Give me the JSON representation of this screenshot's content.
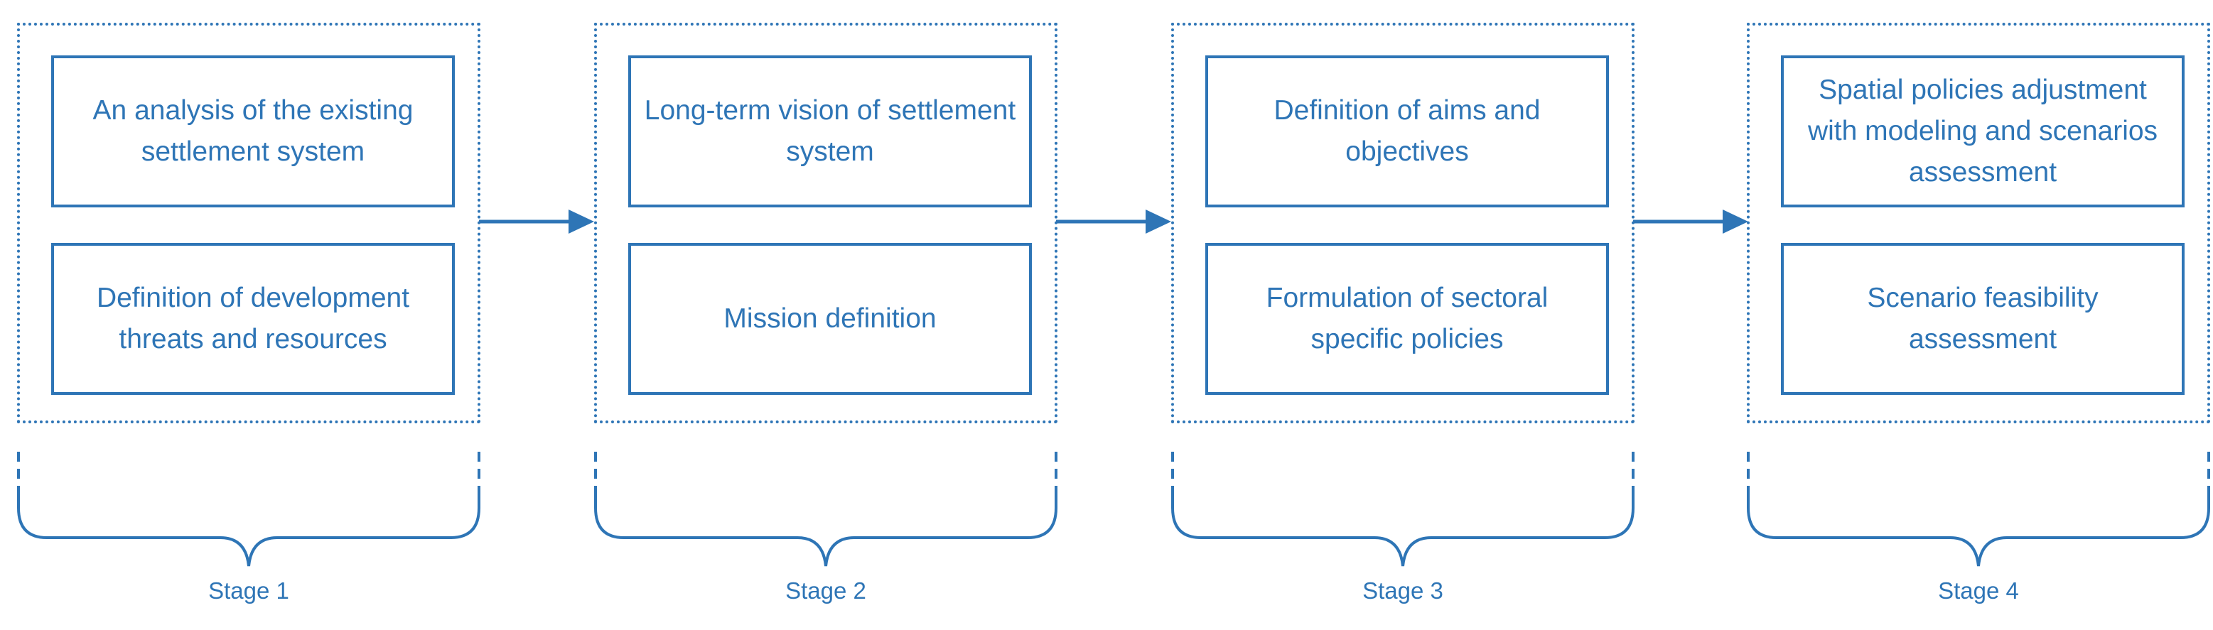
{
  "accent_color": "#2E75B6",
  "stages": [
    {
      "label": "Stage 1",
      "top_box": "An analysis of the existing settlement system",
      "bottom_box": "Definition of development threats and resources"
    },
    {
      "label": "Stage 2",
      "top_box": "Long-term vision of settlement system",
      "bottom_box": "Mission definition"
    },
    {
      "label": "Stage 3",
      "top_box": "Definition of aims and objectives",
      "bottom_box": "Formulation of sectoral specific policies"
    },
    {
      "label": "Stage 4",
      "top_box": "Spatial policies adjustment with modeling and scenarios assessment",
      "bottom_box": "Scenario feasibility assessment"
    }
  ]
}
